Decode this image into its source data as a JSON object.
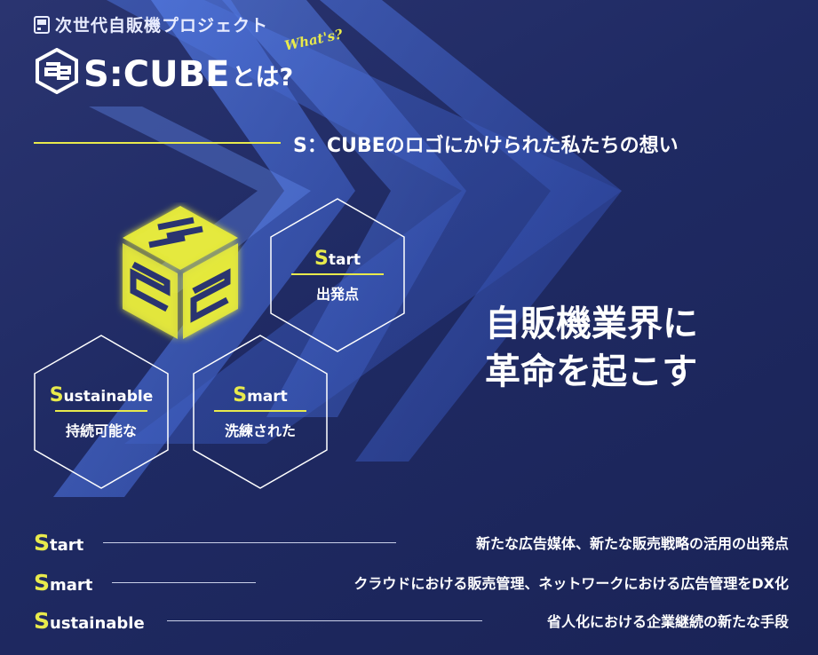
{
  "brand": {
    "project_tag": "次世代自販機プロジェクト",
    "logo_text": "S:CUBE",
    "logo_suffix": "とは?",
    "whats": "What's?"
  },
  "headline": "S：CUBEのロゴにかけられた私たちの想い",
  "pillars": [
    {
      "initial": "S",
      "rest": "tart",
      "jp": "出発点"
    },
    {
      "initial": "S",
      "rest": "mart",
      "jp": "洗練された"
    },
    {
      "initial": "S",
      "rest": "ustainable",
      "jp": "持続可能な"
    }
  ],
  "hero": {
    "line1": "自販機業界に",
    "line2": "革命を起こす"
  },
  "meanings": [
    {
      "initial": "S",
      "rest": "tart",
      "desc": "新たな広告媒体、新たな販売戦略の活用の出発点"
    },
    {
      "initial": "S",
      "rest": "mart",
      "desc": "クラウドにおける販売管理、ネットワークにおける広告管理をDX化"
    },
    {
      "initial": "S",
      "rest": "ustainable",
      "desc": "省人化における企業継続の新たな手段"
    }
  ],
  "colors": {
    "accent": "#e8ea4c",
    "background": "#1f2a63",
    "chevron": "#4f74e0"
  },
  "icons": [
    "vending-machine-icon",
    "scube-logo-mark",
    "scube-cube-logo"
  ]
}
